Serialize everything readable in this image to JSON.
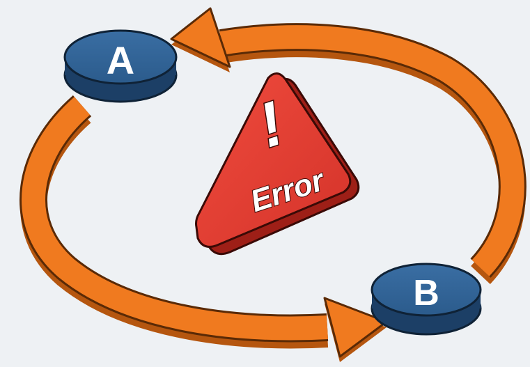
{
  "diagram": {
    "nodes": [
      {
        "id": "A",
        "label": "A"
      },
      {
        "id": "B",
        "label": "B"
      }
    ],
    "edges": [
      {
        "from": "B",
        "to": "A",
        "color": "#f07a1f"
      },
      {
        "from": "A",
        "to": "B",
        "color": "#f07a1f"
      }
    ],
    "warning": {
      "symbol": "!",
      "label": "Error",
      "icon": "warning-triangle-icon",
      "color": "#de3b30"
    },
    "colors": {
      "node_fill": "#2b5b8c",
      "node_side": "#1c3f66",
      "arrow_outline": "#5a2a06",
      "background": "#eef1f4"
    }
  }
}
